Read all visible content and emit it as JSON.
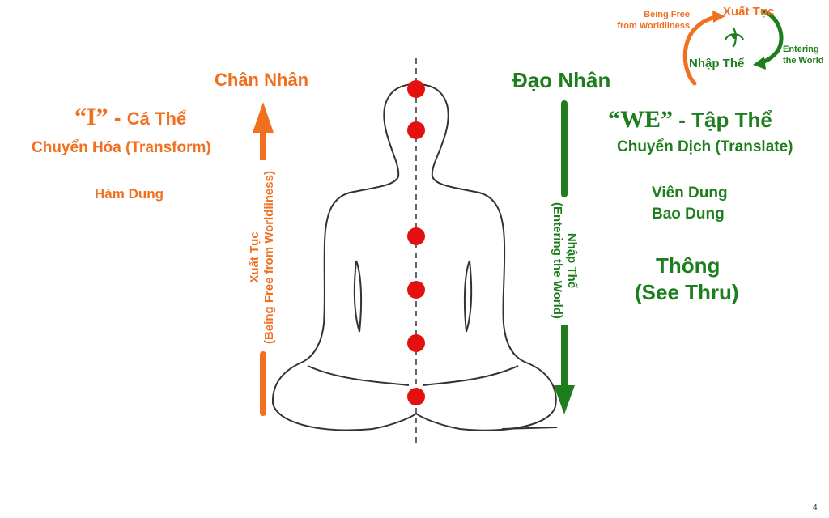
{
  "colors": {
    "orange": "#f07020",
    "green": "#1e7e1e",
    "dot": "#e41010",
    "outline": "#333333"
  },
  "left": {
    "title": "Chân Nhân",
    "i_quote": "“I”",
    "i_dash": " - ",
    "i_label": "Cá Thể",
    "transform": "Chuyển Hóa (Transform)",
    "ham_dung": "Hàm Dung"
  },
  "right": {
    "title": "Đạo Nhân",
    "we_quote": "“WE”",
    "we_rest": " - Tập Thể",
    "translate": "Chuyển Dịch (Translate)",
    "vien_dung": "Viên Dung",
    "bao_dung": "Bao Dung",
    "thong": "Thông",
    "see_thru": "(See Thru)"
  },
  "arrows": {
    "up_line1": "Xuất Tục",
    "up_line2": "(Being Free from Worldliness)",
    "down_line1": "Nhập Thế",
    "down_line2": "(Entering the World)"
  },
  "cycle": {
    "xuat_tuc": "Xuất Tục",
    "being_free_1": "Being Free",
    "being_free_2": "from Worldliness",
    "entering_1": "Entering",
    "entering_2": "the World",
    "nhap_the": "Nhập Thế"
  },
  "icons": {
    "center_symbol": "taiji-icon"
  },
  "page_number": "4"
}
